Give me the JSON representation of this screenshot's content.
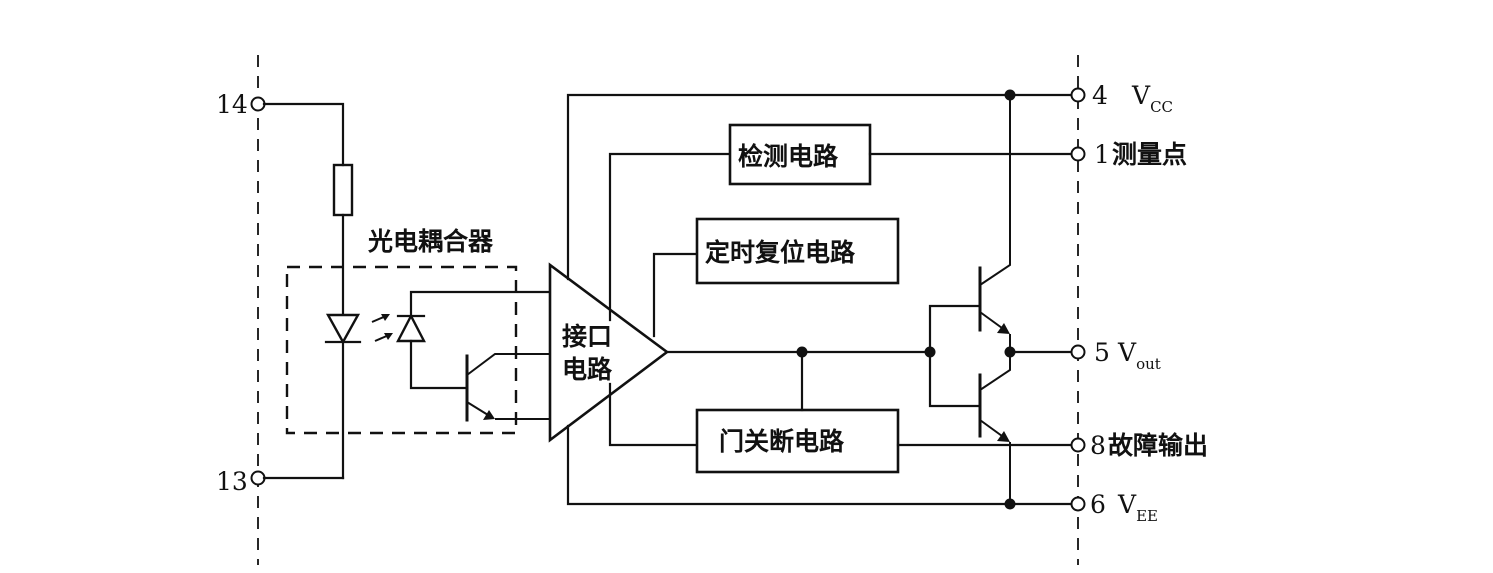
{
  "left_pins": [
    {
      "number": "14"
    },
    {
      "number": "13"
    }
  ],
  "optocoupler": {
    "label": "光电耦合器"
  },
  "interface": {
    "label_line1": "接口",
    "label_line2": "电路"
  },
  "blocks": {
    "detect": "检测电路",
    "timer_reset": "定时复位电路",
    "gate_off": "门关断电路"
  },
  "right_pins": [
    {
      "id": "vcc",
      "number": "4",
      "name": "V",
      "sub": "CC"
    },
    {
      "id": "measure",
      "number": "1",
      "name": "测量点"
    },
    {
      "id": "vout",
      "number": "5",
      "name": "V",
      "sub": "out"
    },
    {
      "id": "fault",
      "number": "8",
      "name": "故障输出"
    },
    {
      "id": "vee",
      "number": "6",
      "name": "V",
      "sub": "EE"
    }
  ]
}
